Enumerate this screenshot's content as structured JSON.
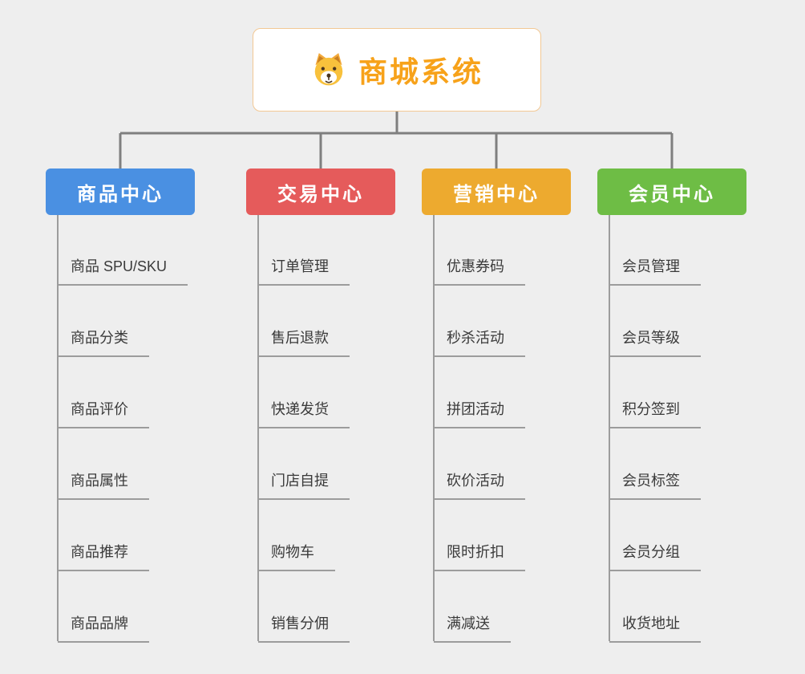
{
  "root": {
    "title": "商城系统",
    "icon": "dog-icon",
    "title_color": "#f7a21a"
  },
  "branches": [
    {
      "label": "商品中心",
      "color": "#4a90e2",
      "children": [
        "商品 SPU/SKU",
        "商品分类",
        "商品评价",
        "商品属性",
        "商品推荐",
        "商品品牌"
      ]
    },
    {
      "label": "交易中心",
      "color": "#e55b5b",
      "children": [
        "订单管理",
        "售后退款",
        "快递发货",
        "门店自提",
        "购物车",
        "销售分佣"
      ]
    },
    {
      "label": "营销中心",
      "color": "#edaa2f",
      "children": [
        "优惠券码",
        "秒杀活动",
        "拼团活动",
        "砍价活动",
        "限时折扣",
        "满减送"
      ]
    },
    {
      "label": "会员中心",
      "color": "#6ebd45",
      "children": [
        "会员管理",
        "会员等级",
        "积分签到",
        "会员标签",
        "会员分组",
        "收货地址"
      ]
    }
  ]
}
